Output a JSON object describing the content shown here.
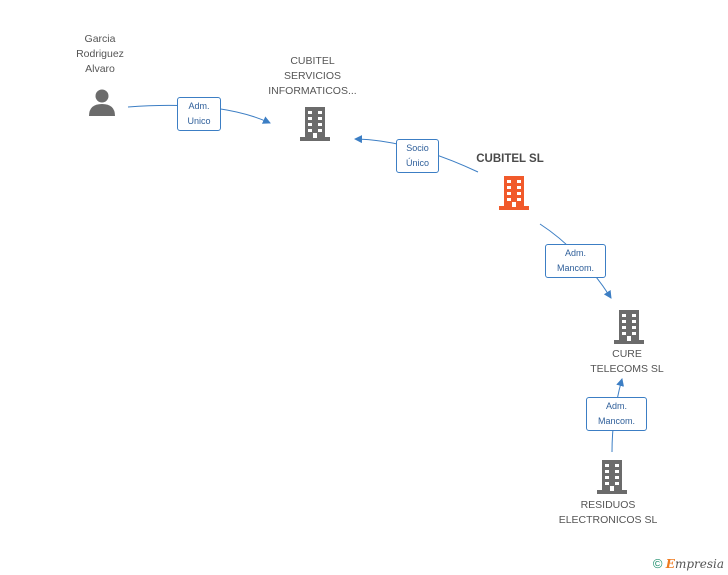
{
  "nodes": {
    "person": {
      "lines": [
        "Garcia",
        "Rodriguez",
        "Alvaro"
      ]
    },
    "cubitel_servicios": {
      "lines": [
        "CUBITEL",
        "SERVICIOS",
        "INFORMATICOS..."
      ]
    },
    "cubitel_sl": {
      "lines": [
        "CUBITEL SL"
      ]
    },
    "cure_telecoms": {
      "lines": [
        "CURE",
        "TELECOMS SL"
      ]
    },
    "residuos": {
      "lines": [
        "RESIDUOS",
        "ELECTRONICOS SL"
      ]
    }
  },
  "edges": [
    {
      "from": "person",
      "to": "cubitel_servicios",
      "lines": [
        "Adm.",
        "Unico"
      ]
    },
    {
      "from": "cubitel_sl",
      "to": "cubitel_servicios",
      "lines": [
        "Socio",
        "Único"
      ]
    },
    {
      "from": "cubitel_sl",
      "to": "cure_telecoms",
      "lines": [
        "Adm.",
        "Mancom."
      ]
    },
    {
      "from": "residuos",
      "to": "cure_telecoms",
      "lines": [
        "Adm.",
        "Mancom."
      ]
    }
  ],
  "colors": {
    "edge": "#3c7ec4",
    "building": "#6b6b6b",
    "building_main": "#f15a2b",
    "person": "#6b6b6b"
  },
  "footer": {
    "copyright": "©",
    "brand_initial": "E",
    "brand_rest": "mpresia"
  }
}
